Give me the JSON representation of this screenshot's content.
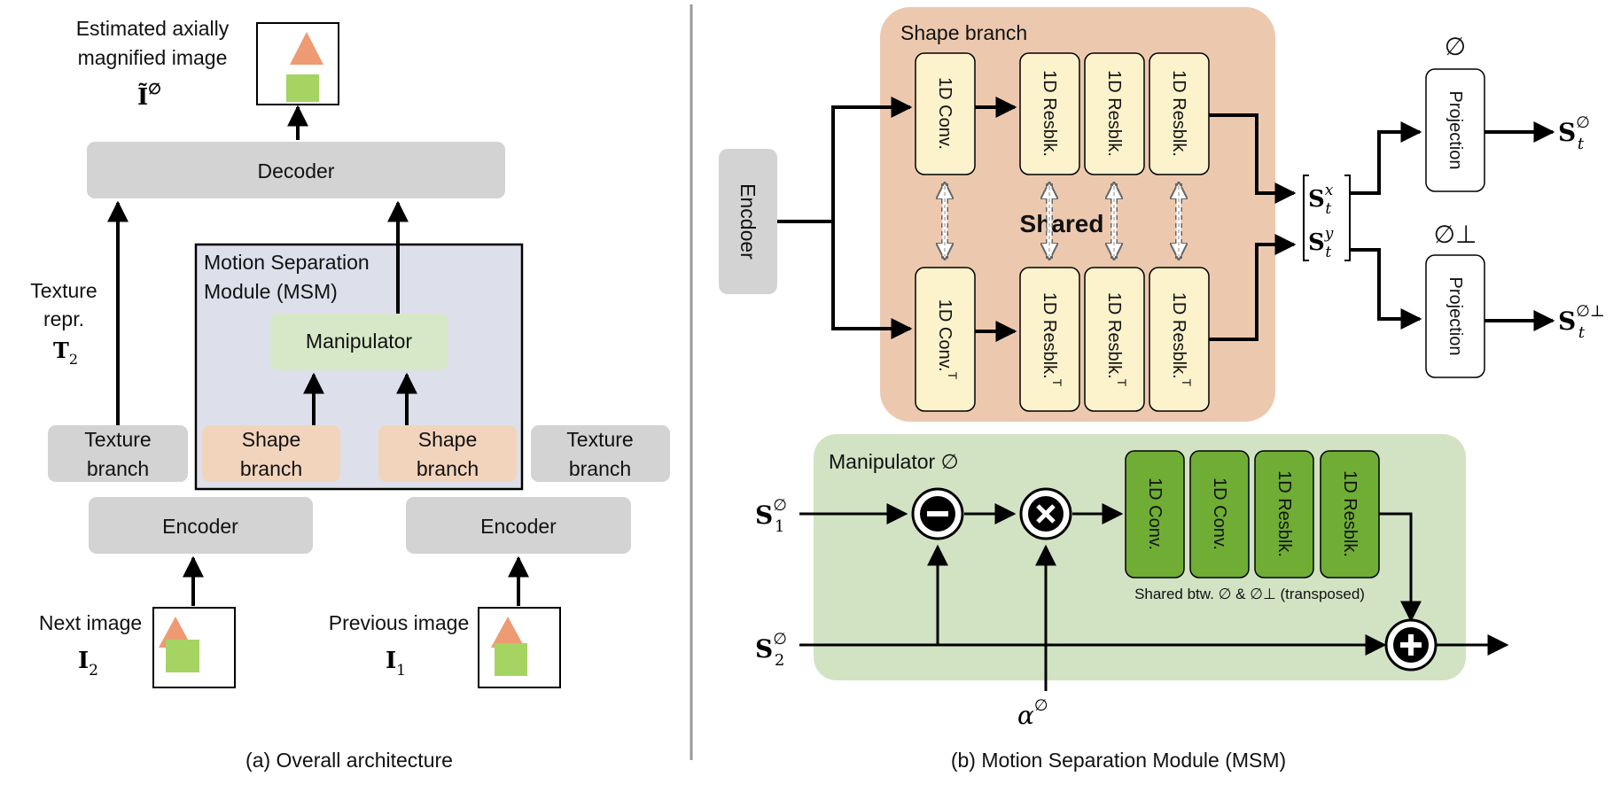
{
  "colors": {
    "gray_box": "#d3d3d3",
    "shape_orange": "#f2d4bd",
    "msm_bg": "#dde0ea",
    "manip_green": "#d7e8c8",
    "shape_panel_bg": "#ecc9ae",
    "cream_block": "#fcf2cc",
    "manip_panel_bg": "#d2e3c4",
    "dark_green_block": "#6fad35",
    "triangle": "#ee9a73",
    "square": "#a5d463"
  },
  "left": {
    "caption": "(a) Overall architecture",
    "output_label_line1": "Estimated axially",
    "output_label_line2": "magnified image",
    "output_symbol_base": "Ĩ",
    "output_symbol_sup": "∅",
    "decoder": "Decoder",
    "msm_title_line1": "Motion Separation",
    "msm_title_line2": "Module (MSM)",
    "manipulator": "Manipulator",
    "texture_repr_line1": "Texture",
    "texture_repr_line2": "repr.",
    "texture_repr_symbol_base": "T",
    "texture_repr_symbol_sub": "2",
    "texture_branch_line1": "Texture",
    "texture_branch_line2": "branch",
    "shape_branch_line1": "Shape",
    "shape_branch_line2": "branch",
    "encoder": "Encoder",
    "next_image": "Next image",
    "next_symbol_base": "I",
    "next_symbol_sub": "2",
    "prev_image": "Previous image",
    "prev_symbol_base": "I",
    "prev_symbol_sub": "1"
  },
  "right": {
    "caption": "(b) Motion Separation Module (MSM)",
    "encoder": "Encdoer",
    "shape_branch": "Shape branch",
    "shared": "Shared",
    "top_blocks": [
      "1D Conv.",
      "1D Resblk.",
      "1D Resblk.",
      "1D Resblk."
    ],
    "bottom_blocks": [
      "1D Conv.",
      "1D Resblk.",
      "1D Resblk.",
      "1D Resblk."
    ],
    "transpose_mark": "T",
    "sx_base": "S",
    "sx_sub": "t",
    "sx_sup": "x",
    "sy_base": "S",
    "sy_sub": "t",
    "sy_sup": "y",
    "proj_top_symbol": "∅",
    "proj_bottom_symbol": "∅⊥",
    "projection": "Projection",
    "out_top_base": "S",
    "out_top_sub": "t",
    "out_top_sup": "∅",
    "out_bottom_base": "S",
    "out_bottom_sub": "t",
    "out_bottom_sup": "∅⊥",
    "manipulator_title": "Manipulator ∅",
    "manip_blocks": [
      "1D Conv.",
      "1D Conv.",
      "1D Resblk.",
      "1D Resblk."
    ],
    "shared_note": "Shared btw. ∅ & ∅⊥ (transposed)",
    "s1_base": "S",
    "s1_sub": "1",
    "s1_sup": "∅",
    "s2_base": "S",
    "s2_sub": "2",
    "s2_sup": "∅",
    "alpha_base": "α",
    "alpha_sup": "∅"
  }
}
